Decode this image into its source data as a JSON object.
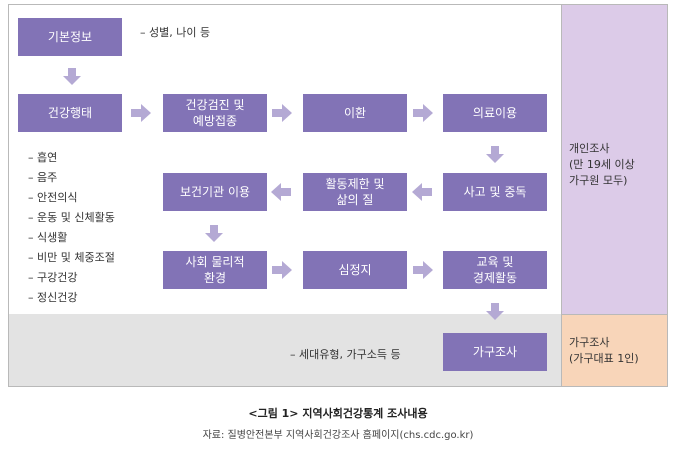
{
  "nodes": {
    "basic_info": "기본정보",
    "health_behavior": "건강행태",
    "checkup": "건강검진 및\n예방접종",
    "disease": "이환",
    "medical_use": "의료이용",
    "accident": "사고 및 중독",
    "activity_limit": "활동제한 및\n삶의 질",
    "health_center": "보건기관 이용",
    "environment": "사회 물리적\n환경",
    "mental": "심정지",
    "education": "교육 및\n경제활동",
    "household_survey": "가구조사"
  },
  "notes": {
    "basic_info": "– 성별, 나이 등",
    "household": "– 세대유형, 가구소득 등"
  },
  "behavior_items": [
    "– 흡연",
    "– 음주",
    "– 안전의식",
    "– 운동 및 신체활동",
    "– 식생활",
    "– 비만 및 체중조절",
    "– 구강건강",
    "– 정신건강"
  ],
  "side": {
    "individual": "개인조사\n(만 19세 이상\n가구원 모두)",
    "household": "가구조사\n(가구대표 1인)"
  },
  "caption": {
    "title": "<그림 1> 지역사회건강통계 조사내용",
    "source": "자료: 질병안전본부 지역사회건강조사 홈페이지(chs.cdc.go.kr)"
  },
  "colors": {
    "node": "#8273b6",
    "arrow": "#b4a9d4",
    "individual_band": "#dccbe8",
    "household_band": "#f8d5b9",
    "household_row": "#e3e3e3"
  }
}
